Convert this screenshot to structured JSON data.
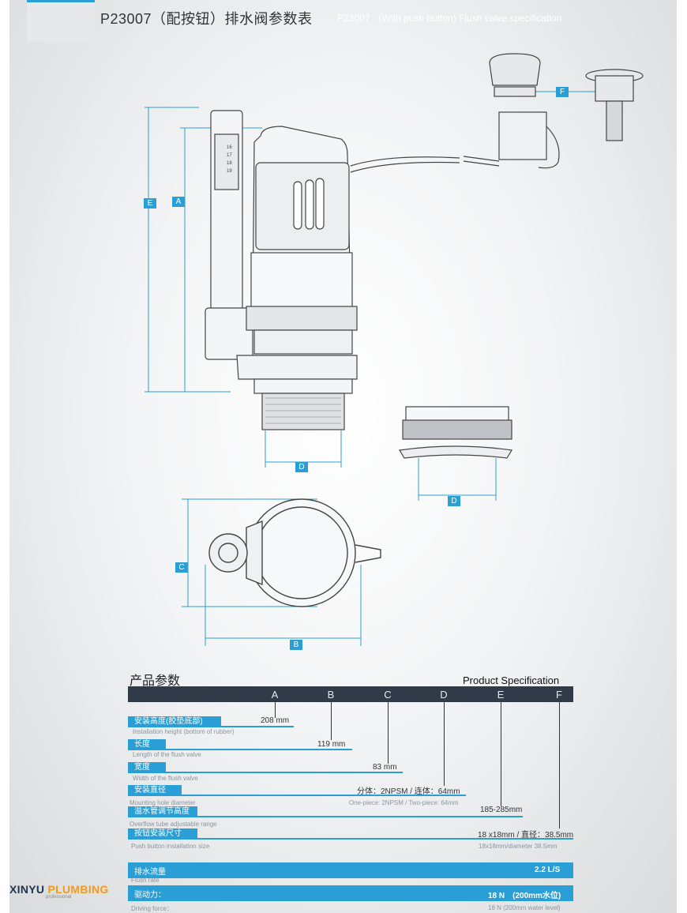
{
  "header": {
    "title_cn": "P23007（配按钮）排水阀参数表",
    "title_en": "P23007 （With push button) Flush valve specification"
  },
  "dimension_tags": {
    "A": "A",
    "B": "B",
    "C": "C",
    "D": "D",
    "E": "E",
    "F": "F"
  },
  "scale_marks": [
    "16",
    "17",
    "18",
    "19"
  ],
  "spec": {
    "title_cn": "产品参数",
    "title_en": "Product Specification",
    "columns": [
      "A",
      "B",
      "C",
      "D",
      "E",
      "F"
    ],
    "rows": [
      {
        "cn": "安装高度(胶垫底部)",
        "en": "Installation height (bottom of rubber)",
        "value": "208 mm",
        "value_en": ""
      },
      {
        "cn": "长度",
        "en": "Length of the flush valve",
        "value": "119 mm",
        "value_en": ""
      },
      {
        "cn": "宽度",
        "en": "Width of the flush valve",
        "value": "83 mm",
        "value_en": ""
      },
      {
        "cn": "安装直径",
        "en": "Mounting hole diameter",
        "value": "分体：2NPSM / 连体：64mm",
        "value_en": "One-piece: 2NPSM / Two-piece: 64mm"
      },
      {
        "cn": "溢水管调节高度",
        "en": "Overflow tube adjustable range",
        "value": "185-285mm",
        "value_en": ""
      },
      {
        "cn": "按钮安装尺寸",
        "en": "Push button installation size",
        "value": "18 x18mm / 直径：38.5mm",
        "value_en": "18x18mm/diameter 38.5mm"
      }
    ],
    "flow": {
      "cn": "排水流量",
      "en": "Flush rate",
      "value": "2.2 L/S"
    },
    "force": {
      "cn": "驱动力：",
      "en": "Driving force：",
      "value": "18 N　(200mm水位)",
      "value_en": "18 N (200mm water level)"
    }
  },
  "logo": {
    "name_a": "XINYU",
    "name_b": "PLUMBING",
    "sub": "professional"
  },
  "colors": {
    "accent": "#2a9fd6",
    "header_bar": "#2f3b48"
  }
}
